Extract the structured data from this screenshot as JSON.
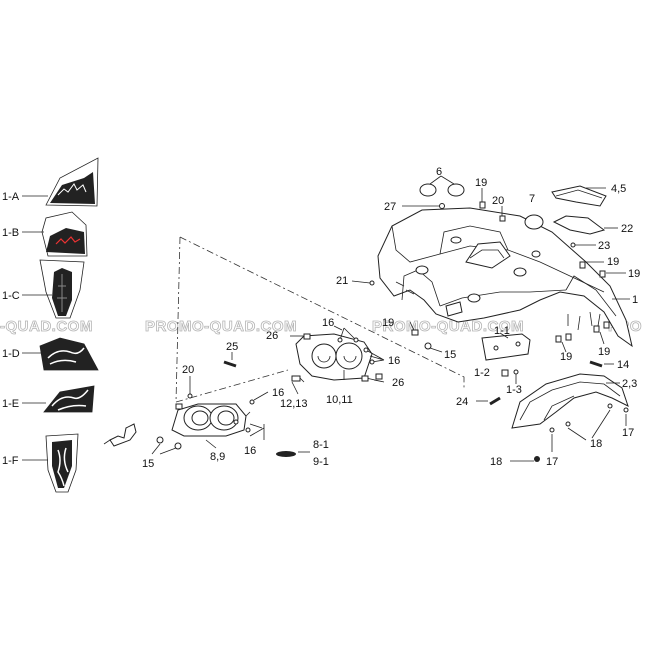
{
  "watermark": "PROMO-QUAD.COM",
  "watermark_partial_left": "-QUAD.COM",
  "watermark_partial_right": "PRO",
  "labels": {
    "l1A": "1-A",
    "l1B": "1-B",
    "l1C": "1-C",
    "l1D": "1-D",
    "l1E": "1-E",
    "l1F": "1-F",
    "l6": "6",
    "l19a": "19",
    "l20a": "20",
    "l7": "7",
    "l45": "4,5",
    "l27": "27",
    "l22": "22",
    "l23": "23",
    "l19b": "19",
    "l19c": "19",
    "l21": "21",
    "l1": "1",
    "l16a": "16",
    "l26a": "26",
    "l19d": "19",
    "l11": "1-1",
    "l25": "25",
    "l16b": "16",
    "l15a": "15",
    "l19e": "19",
    "l19f": "19",
    "l14": "14",
    "l12": "1-2",
    "l13": "1-3",
    "l23b": "2,3",
    "l20b": "20",
    "l26b": "26",
    "l1213": "12,13",
    "l1011": "10,11",
    "l24": "24",
    "l16c": "16",
    "l17a": "17",
    "l18a": "18",
    "l16d": "16",
    "l15b": "15",
    "l89": "8,9",
    "l81": "8-1",
    "l91": "9-1",
    "l18b": "18",
    "l17b": "17"
  },
  "icons": [
    "decal-1a-icon",
    "decal-1b-icon",
    "decal-1c-icon",
    "decal-1d-icon",
    "decal-1e-icon",
    "decal-1f-icon",
    "front-fender-icon",
    "headlight-housing-icon",
    "instrument-cover-icon",
    "mud-guard-icon",
    "bracket-icon"
  ]
}
